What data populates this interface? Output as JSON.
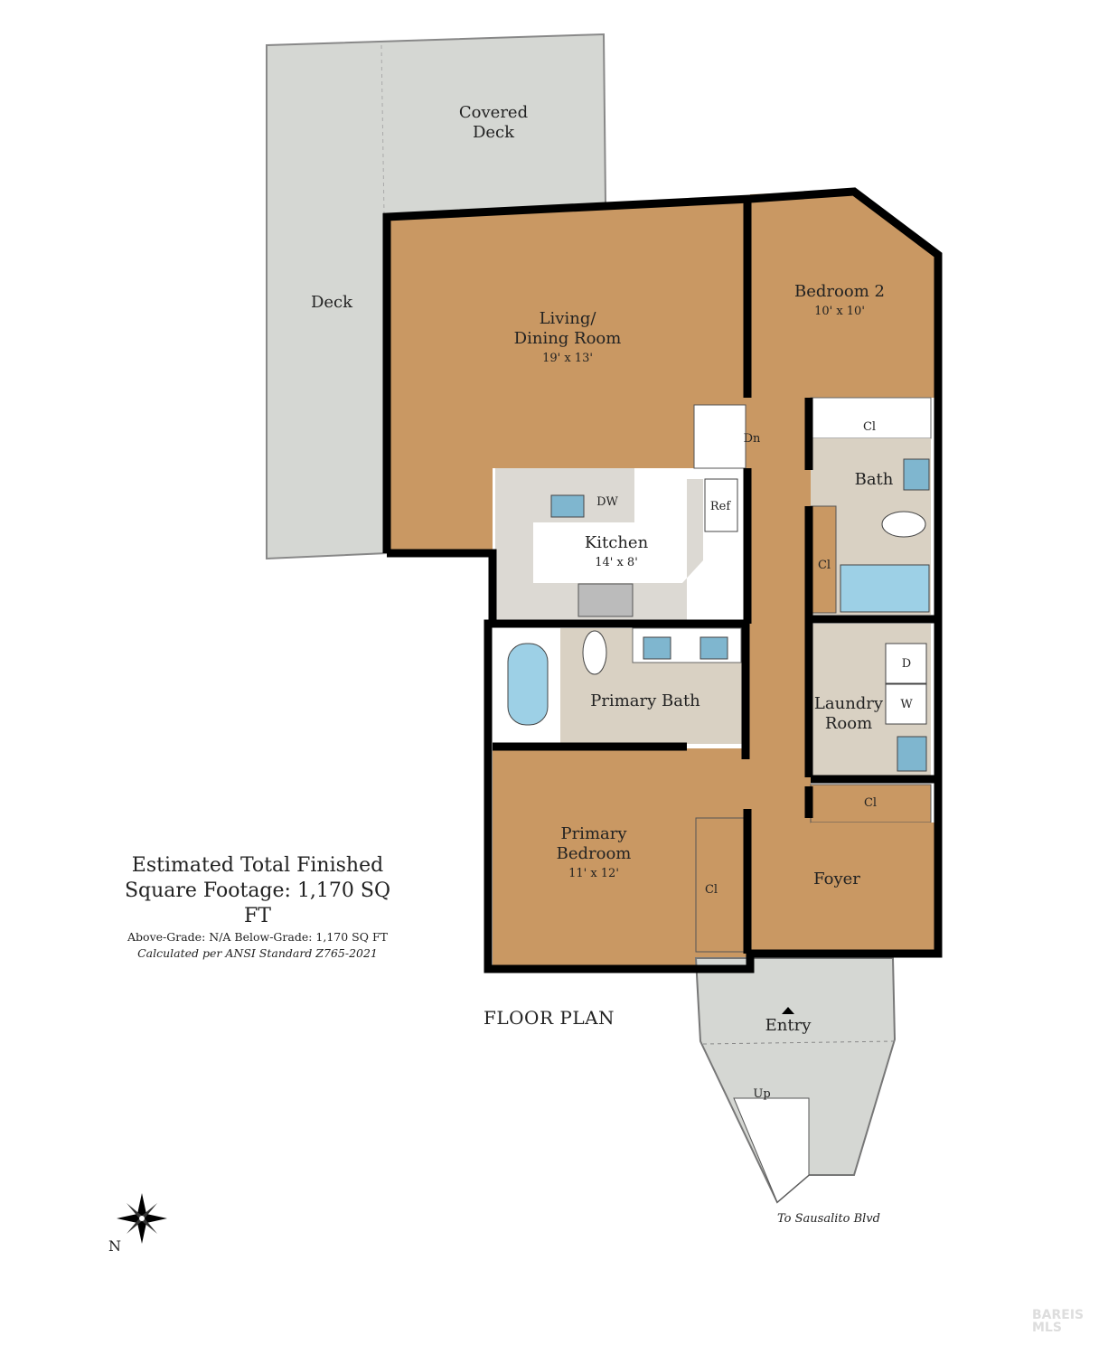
{
  "rooms": {
    "covered_deck": "Covered\nDeck",
    "covered_deck_l1": "Covered",
    "covered_deck_l2": "Deck",
    "deck": "Deck",
    "living_l1": "Living/",
    "living_l2": "Dining Room",
    "living_dim": "19' x 13'",
    "bedroom2": "Bedroom 2",
    "bedroom2_dim": "10' x 10'",
    "kitchen": "Kitchen",
    "kitchen_dim": "14' x 8'",
    "dw": "DW",
    "ref": "Ref",
    "dn": "Dn",
    "cl": "Cl",
    "bath": "Bath",
    "laundry_l1": "Laundry",
    "laundry_l2": "Room",
    "dryer": "D",
    "washer": "W",
    "primary_bath": "Primary Bath",
    "primary_bedroom_l1": "Primary",
    "primary_bedroom_l2": "Bedroom",
    "primary_bedroom_dim": "11' x 12'",
    "foyer": "Foyer",
    "entry": "Entry",
    "up": "Up",
    "to_street": "To Sausalito Blvd"
  },
  "info": {
    "line1": "Estimated Total Finished",
    "line2": "Square Footage: 1,170 SQ FT",
    "line3": "Above-Grade: N/A   Below-Grade: 1,170 SQ FT",
    "line4": "Calculated per ANSI Standard Z765-2021"
  },
  "title": "FLOOR PLAN",
  "compass_label": "N",
  "watermark": "BAREIS MLS",
  "colors": {
    "wood": "#c99863",
    "deck": "#d5d7d3",
    "tile": "#d9d1c3",
    "counter": "#dcd9d3",
    "wall": "#000000",
    "fixture": "#7fb6cf"
  }
}
